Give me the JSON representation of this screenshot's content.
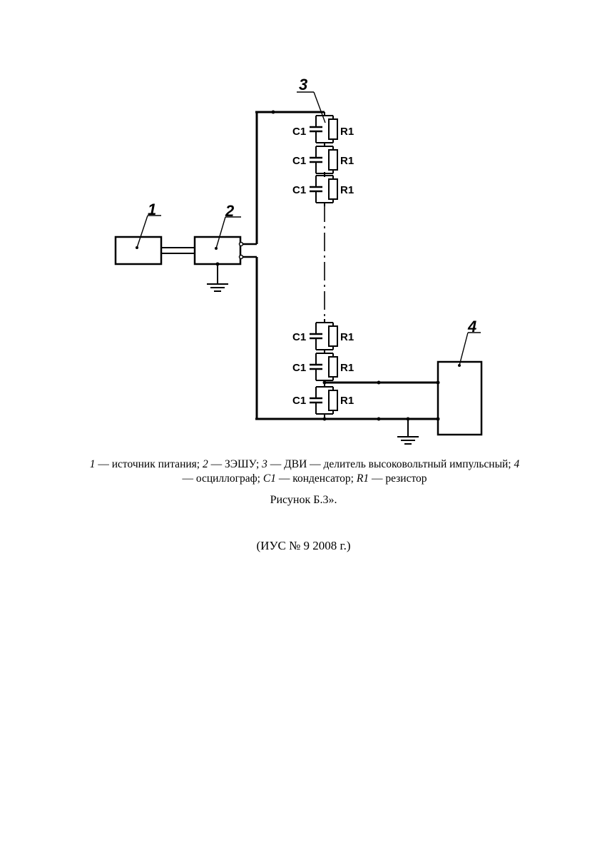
{
  "labels": {
    "block1": "1",
    "block2": "2",
    "block3": "3",
    "block4": "4",
    "capacitor": "C1",
    "resistor": "R1"
  },
  "legend": {
    "n1": "1",
    "t1": "— источник питания;",
    "n2": "2",
    "t2": "— ЗЭШУ;",
    "n3": "3",
    "t3": "— ДВИ — делитель высоковольтный импульсный;",
    "n4": "4",
    "t4": "— осциллограф;",
    "n5": "C1",
    "t5": "— конденсатор;",
    "n6": "R1",
    "t6": "— резистор"
  },
  "caption": "Рисунок Б.3».",
  "amendment": "(ИУС № 9  2008 г.)"
}
